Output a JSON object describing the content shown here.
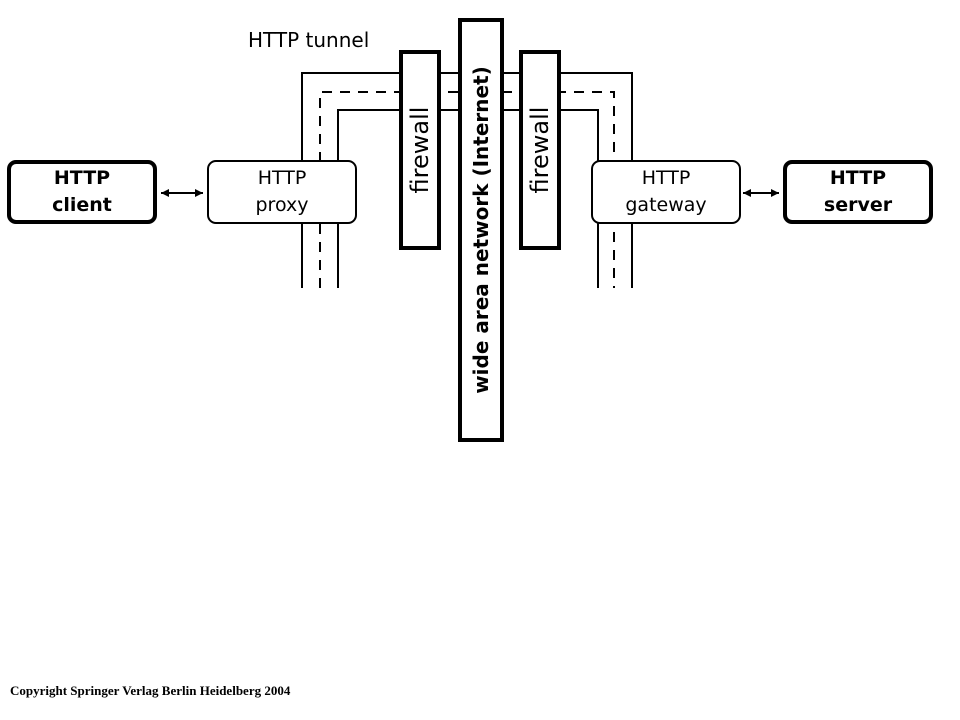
{
  "tunnel": {
    "label": "HTTP tunnel"
  },
  "nodes": {
    "client": {
      "line1": "HTTP",
      "line2": "client"
    },
    "proxy": {
      "line1": "HTTP",
      "line2": "proxy"
    },
    "gateway": {
      "line1": "HTTP",
      "line2": "gateway"
    },
    "server": {
      "line1": "HTTP",
      "line2": "server"
    }
  },
  "firewalls": {
    "left": "firewall",
    "right": "firewall"
  },
  "wan": {
    "label": "wide area network (Internet)"
  },
  "footer": {
    "copyright": "Copyright Springer Verlag Berlin Heidelberg 2004"
  },
  "colors": {
    "stroke": "#000000",
    "background": "#ffffff"
  }
}
